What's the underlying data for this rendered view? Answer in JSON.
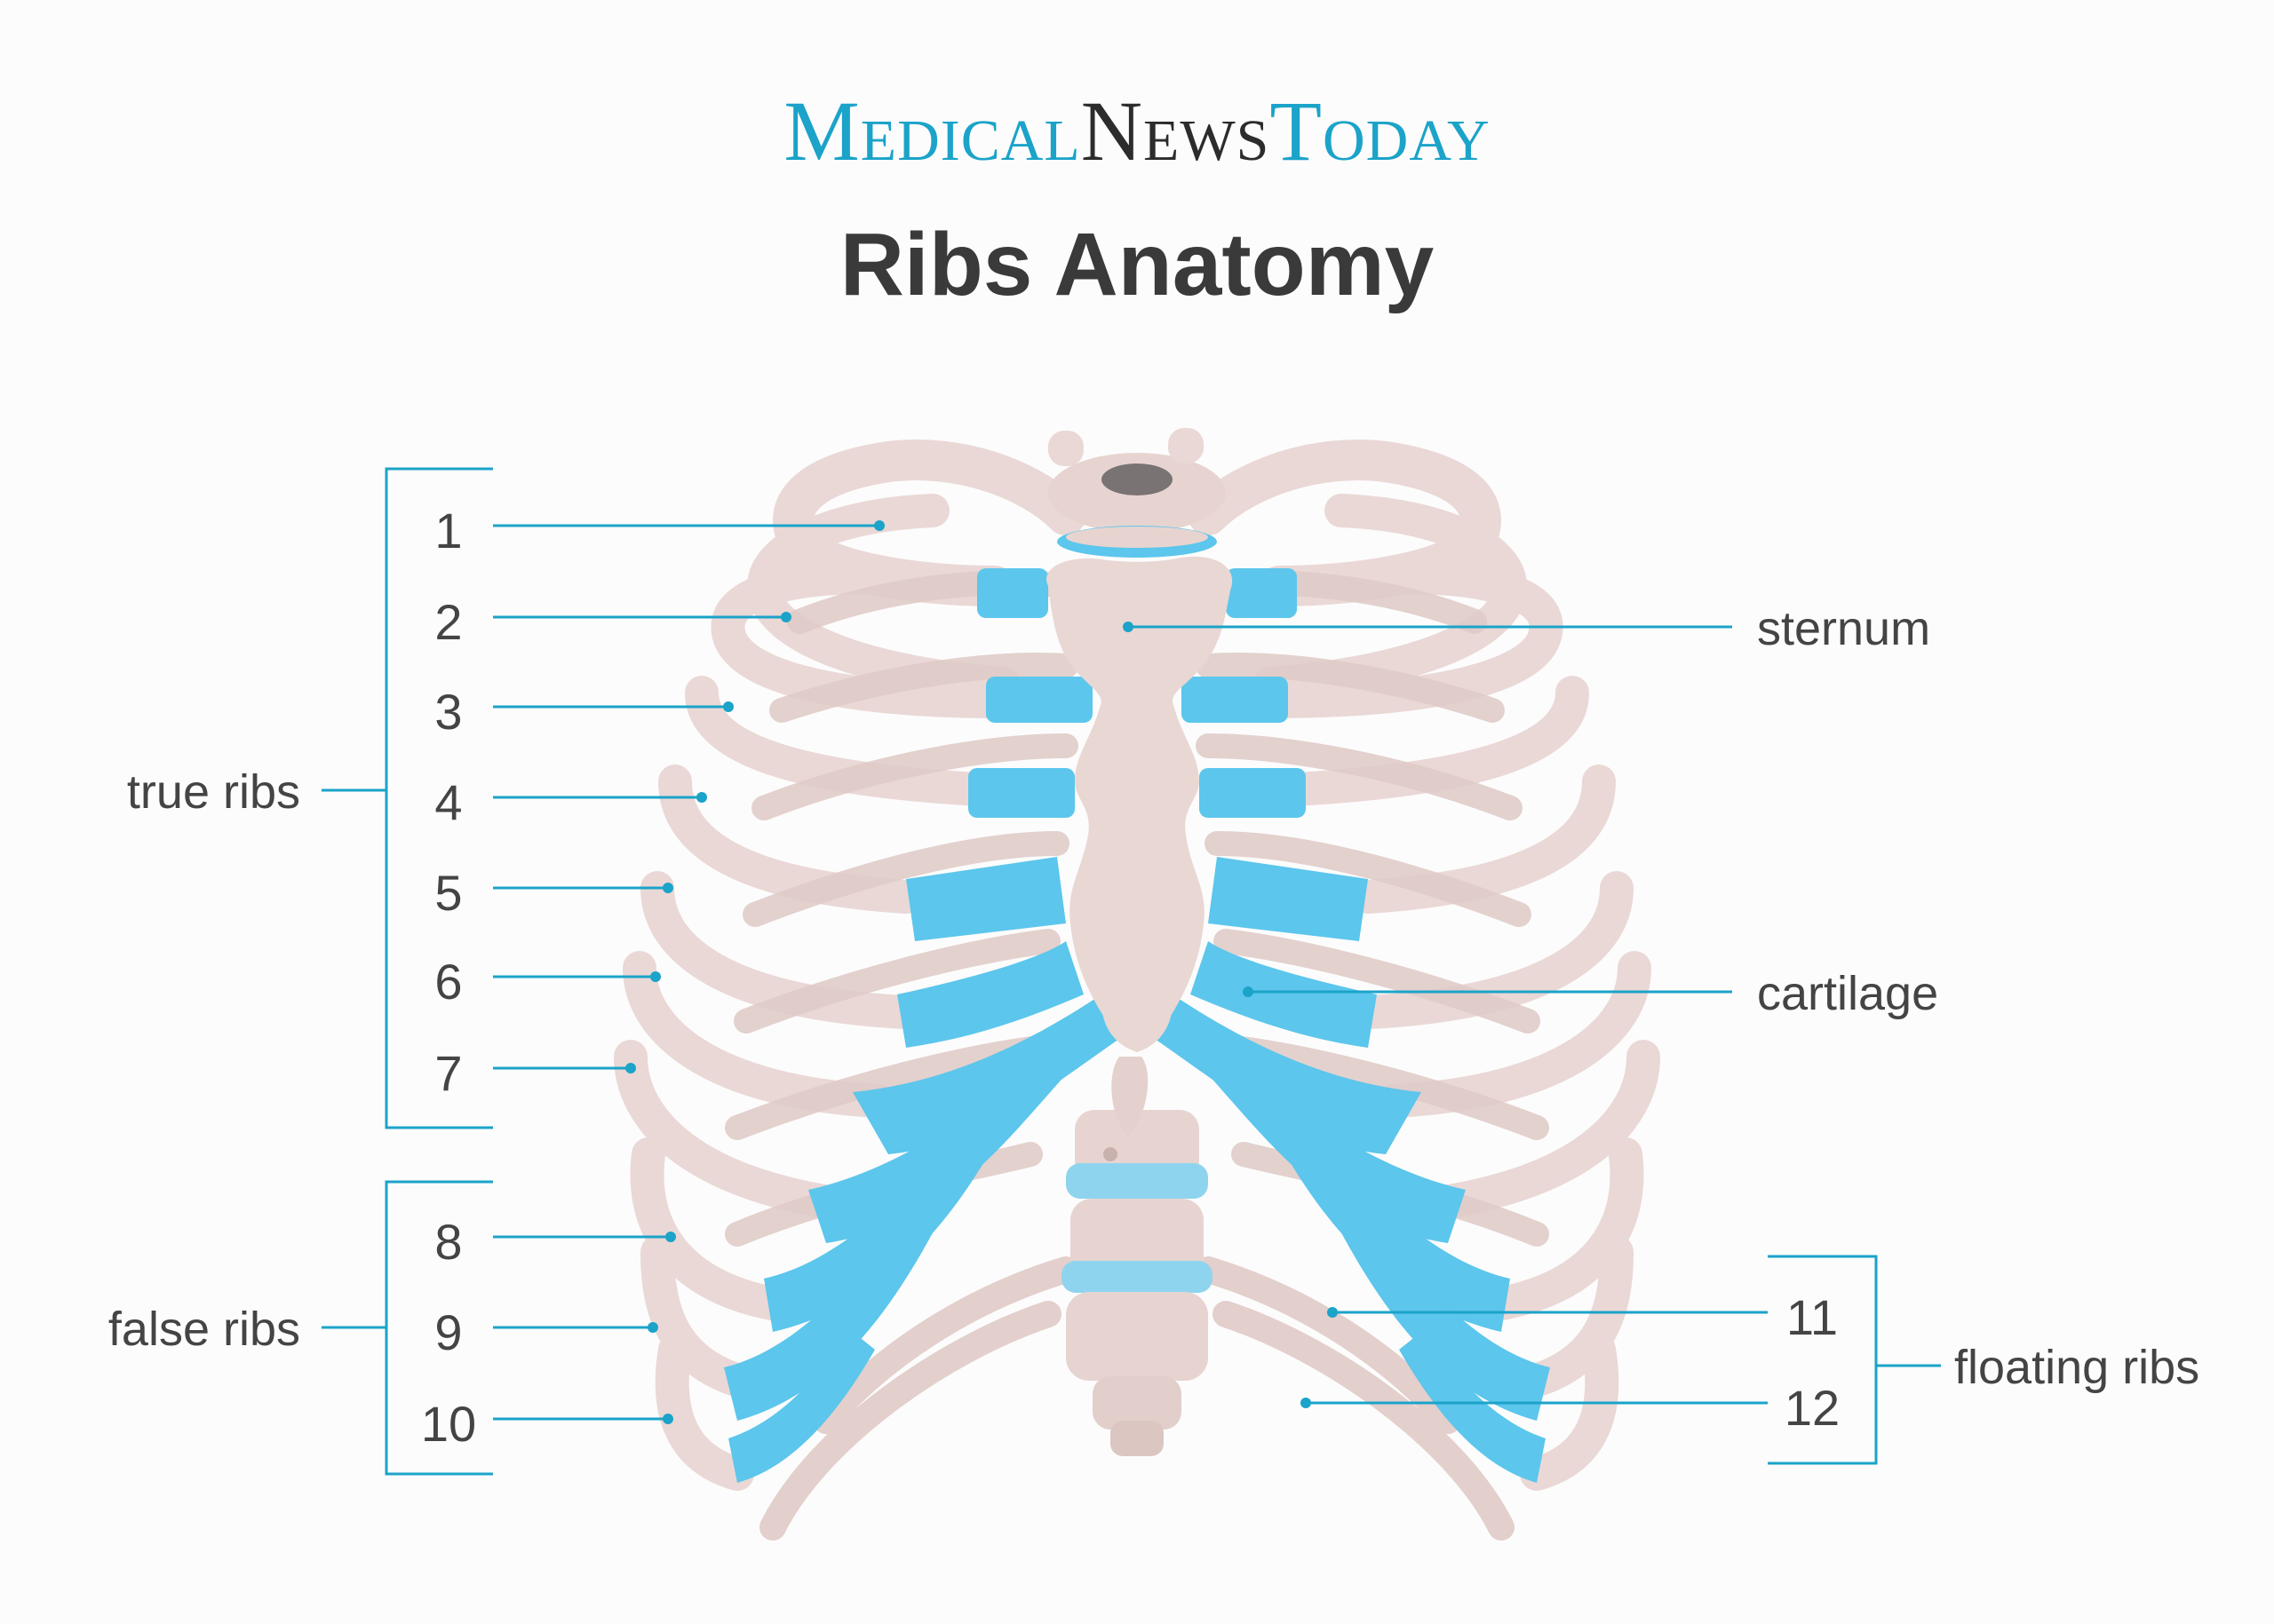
{
  "brand": {
    "part1_cap": "M",
    "part1_rest": "EDICAL",
    "part2_cap": "N",
    "part2_rest": "EWS",
    "part3_cap": "T",
    "part3_rest": "ODAY"
  },
  "title": "Ribs Anatomy",
  "groups": {
    "true_ribs": "true ribs",
    "false_ribs": "false ribs",
    "floating_ribs": "floating ribs"
  },
  "parts": {
    "sternum": "sternum",
    "cartilage": "cartilage"
  },
  "rib_numbers": [
    "1",
    "2",
    "3",
    "4",
    "5",
    "6",
    "7",
    "8",
    "9",
    "10",
    "11",
    "12"
  ],
  "colors": {
    "accent": "#1ba3c9",
    "bone": "#ead8d6",
    "bone_shadow": "#c9b1ad",
    "cartilage": "#5cc6ec"
  }
}
